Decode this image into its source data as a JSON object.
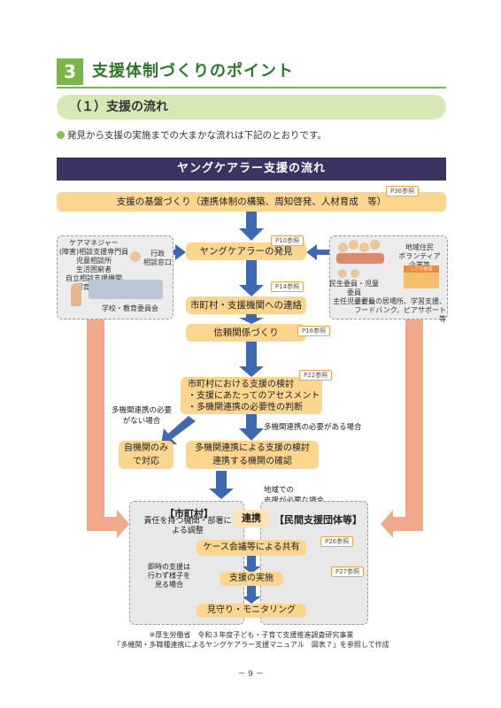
{
  "section": {
    "number": "3",
    "title": "支援体制づくりのポイント"
  },
  "subsection": {
    "title": "（１）支援の流れ"
  },
  "intro": "発見から支援の実施までの大まかな流れは下記のとおりです。",
  "diagram": {
    "title": "ヤングケアラー支援の流れ",
    "steps": {
      "base": {
        "label": "支援の基盤づくり（連携体制の構築、周知啓発、人材育成　等）",
        "ref": "P36参照"
      },
      "discovery": {
        "label": "ヤングケアラーの発見",
        "ref": "P10参照"
      },
      "contact": {
        "label": "市町村・支援機関への連絡",
        "ref": "P14参照"
      },
      "trust": {
        "label": "信頼関係づくり",
        "ref": "P16参照"
      },
      "review": {
        "lines": [
          "市町村における支援の検討",
          "・支援にあたってのアセスメント",
          "・多機関連携の必要性の判断"
        ],
        "ref": "P22参照"
      },
      "self": {
        "lines": [
          "自機関のみ",
          "で対応"
        ]
      },
      "multi": {
        "lines": [
          "多機関連携による支援の検討",
          "連携する機関の確認"
        ]
      },
      "case": {
        "label": "ケース会議等による共有",
        "ref": "P26参照"
      },
      "implement": {
        "label": "支援の実施",
        "ref": "P27参照"
      },
      "watch": {
        "label": "見守り・モニタリング"
      }
    },
    "left_group": {
      "care": "ケアマネジャー\n(障害)相談支援専門員\n児童相談所\n生活困窮者\n自立相談支援機関\n保育所　等",
      "admin": "行政\n相談窓口",
      "school": "学校・教育委員会"
    },
    "right_group": {
      "residents": "地域住民\nボランティア\n企業等",
      "commissioners": "民生委員・児童委員\n主任児童委員",
      "places": "子どもの居場所、学習支援、\nフードバンク、ピアサポート等",
      "shop_sign": "こども食堂"
    },
    "notes": {
      "no_need": "多機関連携の必要\nがない場合",
      "need": "多機関連携の必要がある場合",
      "local": "地域での\n支援が必要な場合",
      "interim": "即時の支援は\n行わず様子を\n見る場合"
    },
    "municipality": {
      "title": "【市町村】",
      "desc": "責任を持つ機関・部署に\nよる調整"
    },
    "private": {
      "title": "【民間支援団体等】"
    },
    "link_label": "連携"
  },
  "footnote": [
    "※厚生労働省　令和３年度子ども・子育て支援推進調査研究事業",
    "「多機関・多職種連携によるヤングケアラー支援マニュアル　図表７」を参照して作成"
  ],
  "page_number": "－ 9 －",
  "colors": {
    "green": "#7ab648",
    "navy": "#3b3463",
    "orange": "#fcd58f",
    "blue": "#3f68b3",
    "salmon": "#f2a98b"
  }
}
